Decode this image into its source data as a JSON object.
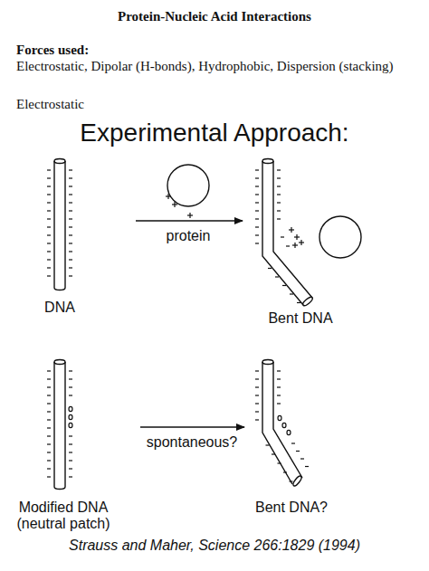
{
  "diagram": {
    "title": "Protein-Nucleic Acid Interactions",
    "caption": "Strauss and Maher, Science 266:1829 (1994)",
    "labels": [
      "Forces used:",
      "Electrostatic, Dipolar (H-bonds), Hydrophobic, Dispersion (stacking)",
      "Electrostatic",
      "Experimental Approach:",
      "protein",
      "DNA",
      "Bent DNA",
      "spontaneous?",
      "Modified DNA (neutral patch)",
      "Bent DNA?"
    ]
  }
}
